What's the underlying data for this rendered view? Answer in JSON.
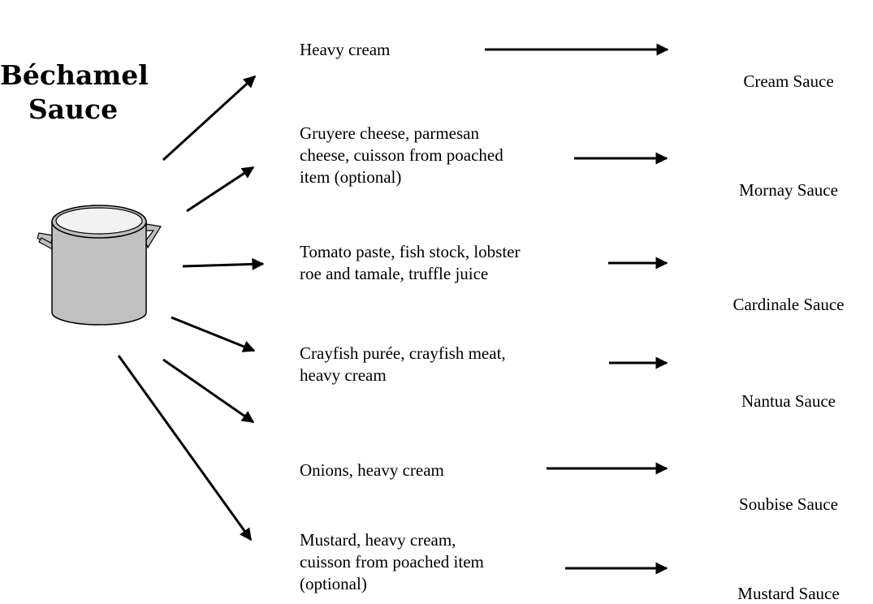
{
  "title": {
    "line1": "Béchamel",
    "line2": "Sauce"
  },
  "colors": {
    "pot_fill": "#c0c0c0",
    "pot_rim_inner": "#f2f2f2",
    "line": "#000000"
  },
  "icons": {
    "stock_pot": "stock-pot-icon",
    "saucepan": "saucepan-icon"
  },
  "derivatives": [
    {
      "ingredients": [
        "Heavy cream"
      ],
      "sauce": "Cream Sauce"
    },
    {
      "ingredients": [
        "Gruyere cheese, parmesan",
        "cheese, cuisson from poached",
        "item (optional)"
      ],
      "sauce": "Mornay Sauce"
    },
    {
      "ingredients": [
        "Tomato paste, fish stock, lobster",
        "roe and tamale, truffle juice"
      ],
      "sauce": "Cardinale Sauce"
    },
    {
      "ingredients": [
        "Crayfish purée, crayfish meat,",
        "heavy cream"
      ],
      "sauce": "Nantua Sauce"
    },
    {
      "ingredients": [
        "Onions, heavy cream"
      ],
      "sauce": "Soubise Sauce"
    },
    {
      "ingredients": [
        "Mustard, heavy cream,",
        "cuisson from poached item",
        "(optional)"
      ],
      "sauce": "Mustard Sauce"
    }
  ]
}
